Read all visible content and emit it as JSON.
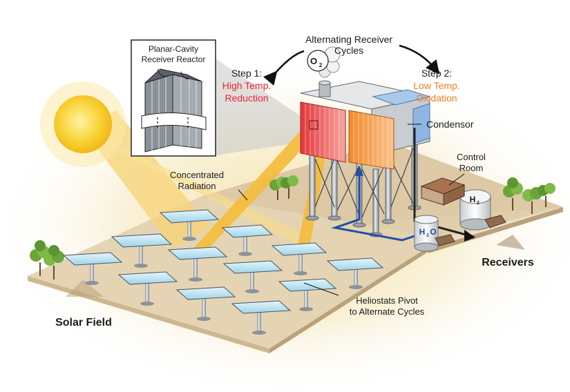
{
  "cycle_title_line1": "Alternating Receiver",
  "cycle_title_line2": "Cycles",
  "o2_label": "O",
  "o2_sub": "2",
  "inset_title_line1": "Planar-Cavity",
  "inset_title_line2": "Receiver Reactor",
  "step1": {
    "line1": "Step 1:",
    "line2": "High Temp.",
    "line3": "Reduction",
    "color": "#e8262e"
  },
  "step2": {
    "line1": "Step 2:",
    "line2": "Low Temp.",
    "line3": "Oxidation",
    "color": "#f07f1e"
  },
  "condensor_label": "Condensor",
  "control_room_line1": "Control",
  "control_room_line2": "Room",
  "h2_label": "H",
  "h2_sub": "2",
  "h2o_label": "H",
  "h2o_sub": "2",
  "h2o_tail": "O",
  "radiation_line1": "Concentrated",
  "radiation_line2": "Radiation",
  "receivers_label": "Receivers",
  "solar_field_label": "Solar Field",
  "heliostat_line1": "Heliostats Pivot",
  "heliostat_line2": "to Alternate Cycles",
  "colors": {
    "ground": "#e3d2b2",
    "beam": "#f5c145",
    "sun": "#f6c623",
    "water_pipe": "#1f4fa6",
    "mirror": "#b9e1f1"
  }
}
